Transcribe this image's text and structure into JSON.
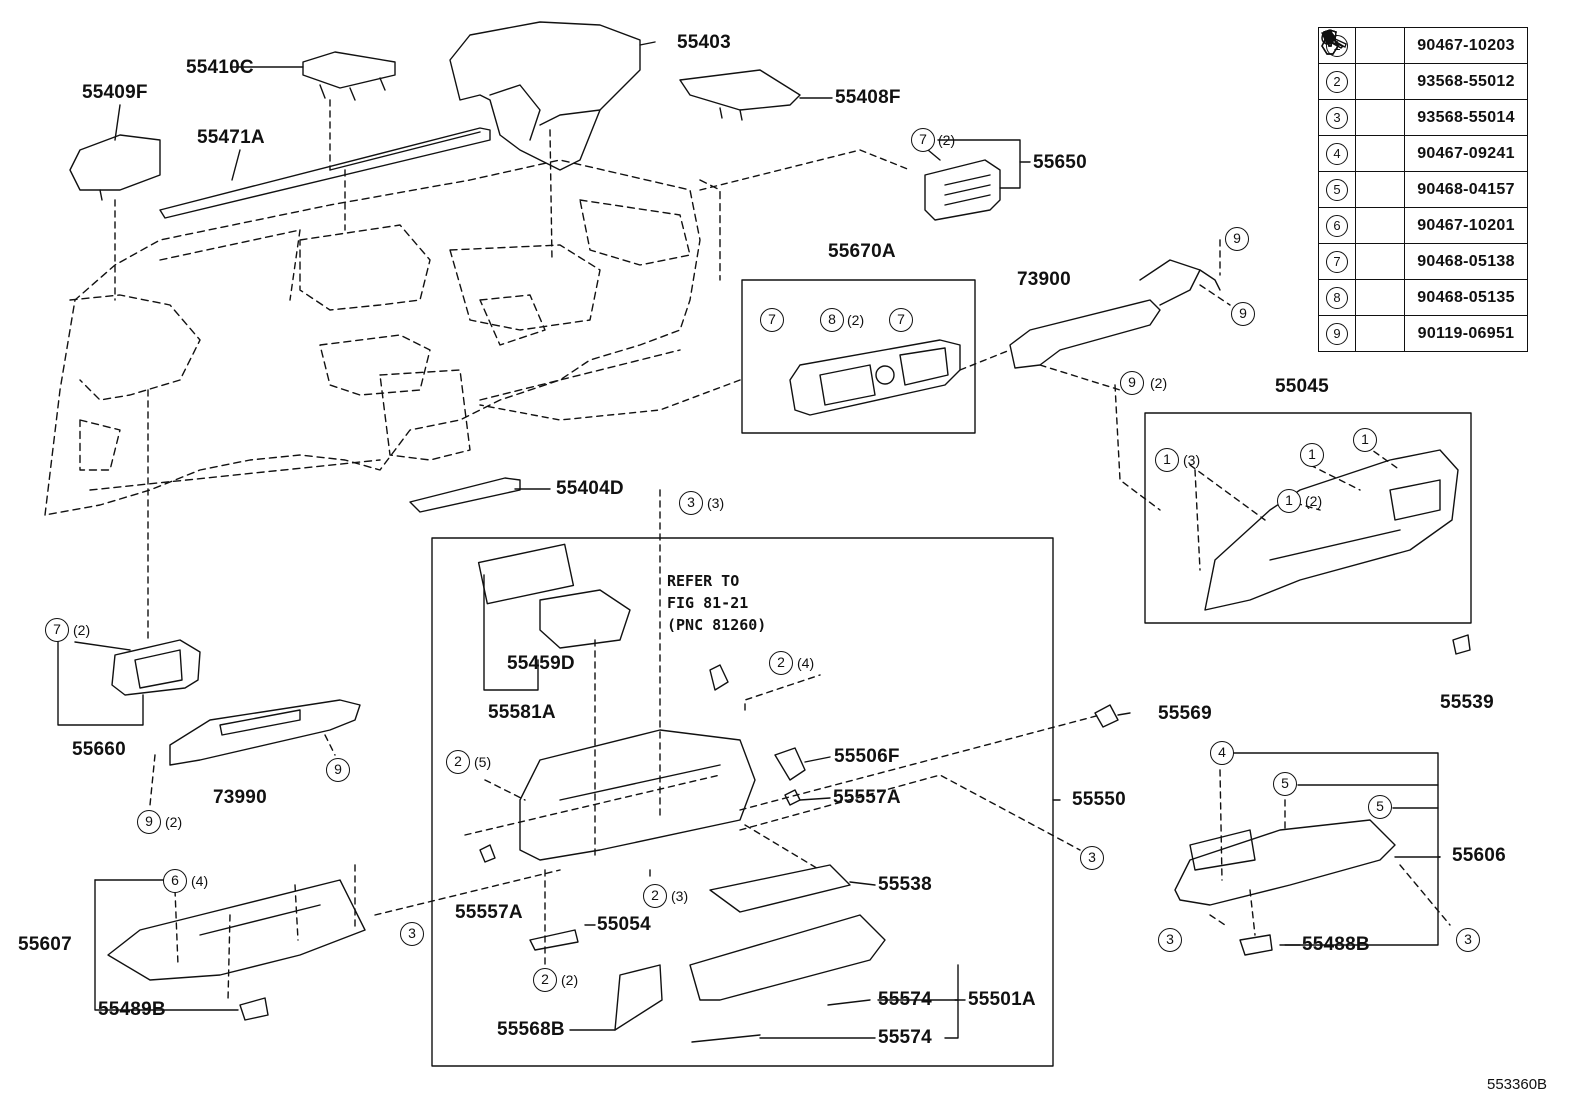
{
  "figure_id": "553360B",
  "legend": [
    {
      "num": "1",
      "icon": "clip-icon",
      "part": "90467-10203"
    },
    {
      "num": "2",
      "icon": "screw-icon",
      "part": "93568-55012"
    },
    {
      "num": "3",
      "icon": "screw-icon",
      "part": "93568-55014"
    },
    {
      "num": "4",
      "icon": "clip-icon",
      "part": "90467-09241"
    },
    {
      "num": "5",
      "icon": "clip-icon",
      "part": "90468-04157"
    },
    {
      "num": "6",
      "icon": "clip-icon",
      "part": "90467-10201"
    },
    {
      "num": "7",
      "icon": "clip-icon",
      "part": "90468-05138"
    },
    {
      "num": "8",
      "icon": "clip-icon",
      "part": "90468-05135"
    },
    {
      "num": "9",
      "icon": "bolt-icon",
      "part": "90119-06951"
    }
  ],
  "parts": {
    "p55403": "55403",
    "p55410C": "55410C",
    "p55409F": "55409F",
    "p55408F": "55408F",
    "p55471A": "55471A",
    "p55650": "55650",
    "p55670A": "55670A",
    "p73900": "73900",
    "p55045": "55045",
    "p55404D": "55404D",
    "p55660": "55660",
    "p73990": "73990",
    "p55459D": "55459D",
    "p55581A": "55581A",
    "p55506F": "55506F",
    "p55557A_a": "55557A",
    "p55557A_b": "55557A",
    "p55569": "55569",
    "p55550": "55550",
    "p55539": "55539",
    "p55606": "55606",
    "p55488B": "55488B",
    "p55538": "55538",
    "p55054": "55054",
    "p55607": "55607",
    "p55489B": "55489B",
    "p55574_a": "55574",
    "p55574_b": "55574",
    "p55501A": "55501A",
    "p55568B": "55568B"
  },
  "refer_note": [
    "REFER TO",
    "FIG 81-21",
    "(PNC 81260)"
  ],
  "callouts": {
    "c7a": "7",
    "c7a_q": "(2)",
    "c7b": "7",
    "c8b": "8",
    "c8b_q": "(2)",
    "c7c": "7",
    "c9a": "9",
    "c9b": "9",
    "c9c": "9",
    "c9c_q": "(2)",
    "c1a": "1",
    "c1a_q": "(3)",
    "c1b": "1",
    "c1c": "1",
    "c1d": "1",
    "c1d_q": "(2)",
    "c3a": "3",
    "c3a_q": "(3)",
    "c7d": "7",
    "c7d_q": "(2)",
    "c9d": "9",
    "c9e": "9",
    "c9e_q": "(2)",
    "c2a": "2",
    "c2a_q": "(4)",
    "c2b": "2",
    "c2b_q": "(5)",
    "c2c": "2",
    "c2c_q": "(3)",
    "c2d": "2",
    "c2d_q": "(2)",
    "c3b": "3",
    "c3c": "3",
    "c3d": "3",
    "c3e": "3",
    "c4a": "4",
    "c5a": "5",
    "c5b": "5",
    "c6a": "6",
    "c6a_q": "(4)"
  }
}
